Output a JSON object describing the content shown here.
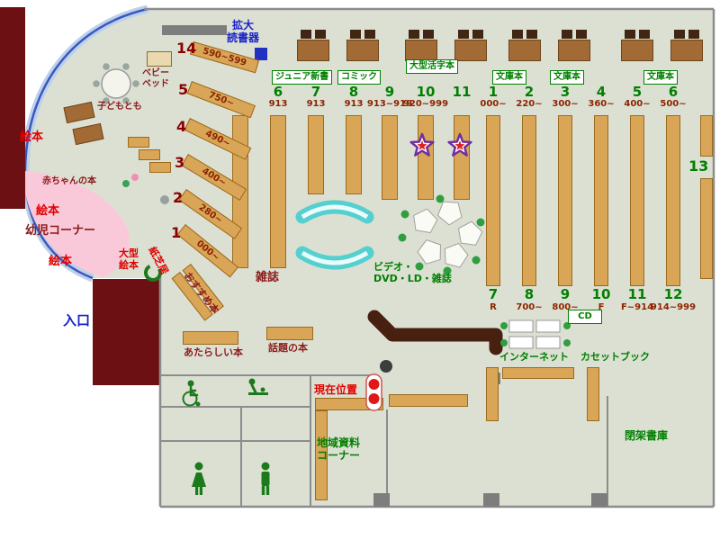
{
  "colors": {
    "floor": "#dce0d3",
    "shelf": "#d9a557",
    "structure_maroon": "#6c1013",
    "wall_gray": "#8c8c8c",
    "accent_green": "#008000",
    "accent_red": "#e00000",
    "accent_dark_red": "#8b1a1a",
    "accent_blue": "#1822c8",
    "kids_pink": "#f9c9da",
    "bench_cyan": "#56cfcf",
    "table_brown": "#a26a34"
  },
  "kids_area": {
    "corner_label": "幼児コーナー",
    "picture_books": "絵本",
    "baby_books": "赤ちゃんの本",
    "kodomo_no_tomo": "子どもとも",
    "baby_bed": "ベビー\nベッド",
    "large_picture_books": "大型\n絵本",
    "kamishibai": "紙芝居"
  },
  "entrance_label": "入口",
  "magnifier_label": "拡大\n読書器",
  "sections": {
    "junior_shinsho": "ジュニア新書",
    "comics": "コミック",
    "large_print": "大型活字本",
    "bunko_1": "文庫本",
    "bunko_2": "文庫本",
    "bunko_3": "文庫本",
    "magazines": "雑誌",
    "video_dvd": "ビデオ・\nDVD・LD・雑誌",
    "recommended": "おすすめ本",
    "new_books": "あたらしい本",
    "topical_books": "話題の本",
    "local_materials": "地域資料\nコーナー",
    "internet": "インターネット",
    "cd": "CD",
    "cassette_books": "カセットブック",
    "closed_stacks": "閉架書庫",
    "current_location": "現在位置"
  },
  "shelf_groups": {
    "left_fan": [
      {
        "num": "14",
        "range": "590~599"
      },
      {
        "num": "5",
        "range": "750~"
      },
      {
        "num": "4",
        "range": "490~"
      },
      {
        "num": "3",
        "range": "400~"
      },
      {
        "num": "2",
        "range": "280~"
      },
      {
        "num": "1",
        "range": "000~"
      }
    ],
    "middle_top": [
      {
        "num": "6",
        "range": "913"
      },
      {
        "num": "7",
        "range": "913"
      },
      {
        "num": "8",
        "range": "913"
      },
      {
        "num": "9",
        "range": "913~919"
      },
      {
        "num": "10",
        "range": "920~999"
      },
      {
        "num": "11",
        "range": ""
      }
    ],
    "right_top": [
      {
        "num": "1",
        "range": "000~"
      },
      {
        "num": "2",
        "range": "220~"
      },
      {
        "num": "3",
        "range": "300~"
      },
      {
        "num": "4",
        "range": "360~"
      },
      {
        "num": "5",
        "range": "400~"
      },
      {
        "num": "6",
        "range": "500~"
      }
    ],
    "right_bottom": [
      {
        "num": "7",
        "range": "R"
      },
      {
        "num": "8",
        "range": "700~"
      },
      {
        "num": "9",
        "range": "800~"
      },
      {
        "num": "10",
        "range": "F"
      },
      {
        "num": "11",
        "range": "F~914"
      },
      {
        "num": "12",
        "range": "914~999"
      }
    ],
    "right_wall": {
      "num": "13",
      "range": ""
    }
  },
  "icons": {
    "wheelchair": "wheelchair-icon",
    "baby_changing": "baby-changing-icon",
    "womens_restroom": "woman-figure-icon",
    "mens_restroom": "man-figure-icon",
    "current_location_pin": "location-pin-icon",
    "featured_star": "star-icon",
    "magnifier_device": "blue-square-icon"
  }
}
